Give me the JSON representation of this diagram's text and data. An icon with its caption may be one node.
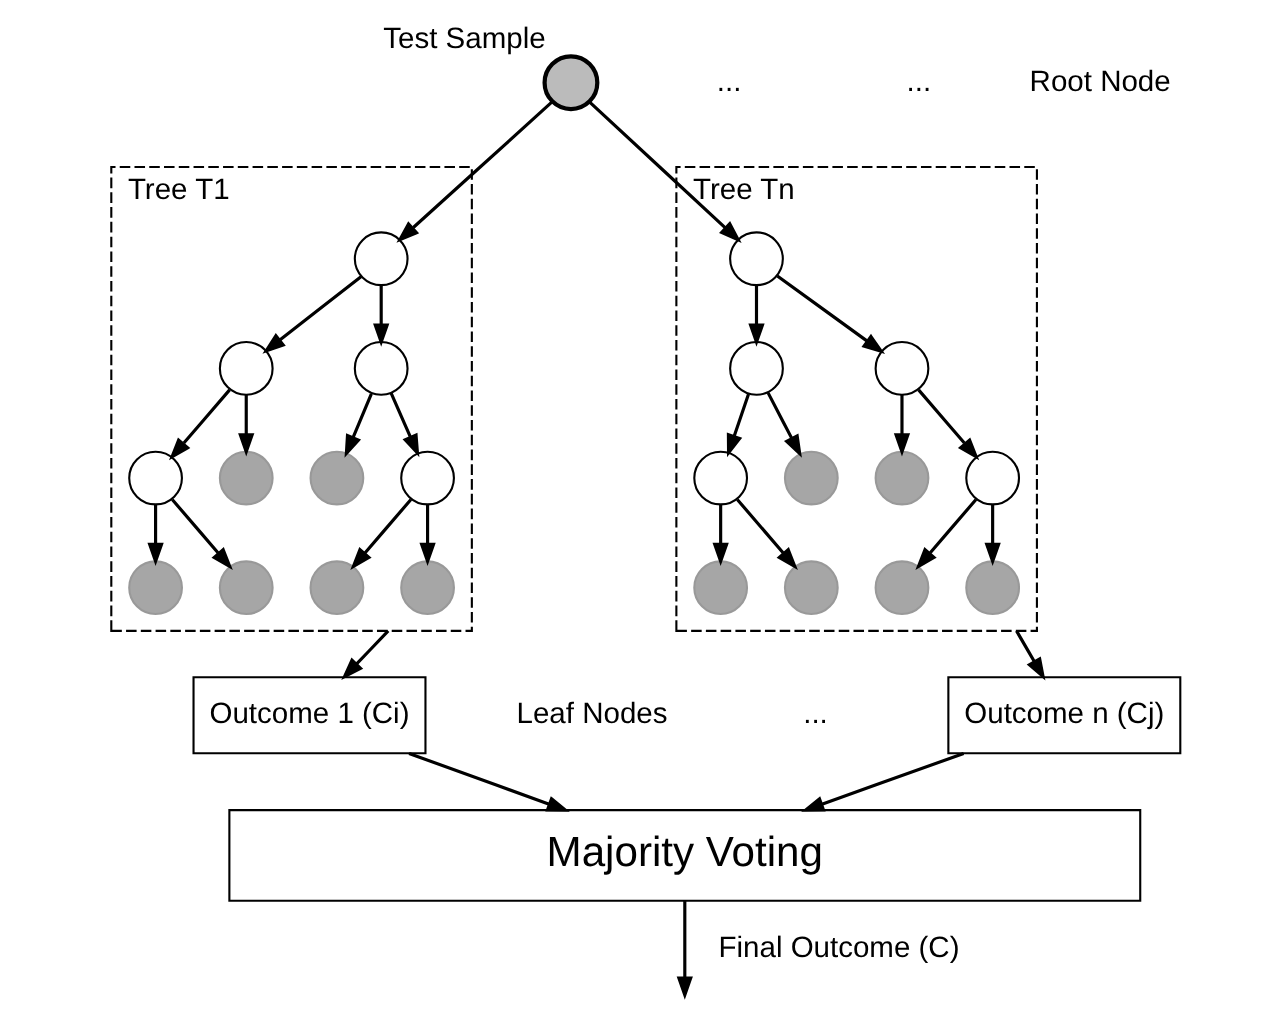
{
  "diagram": {
    "nodes": [
      {
        "text": [],
        "shape": "circle",
        "beside": [
          "Test Sample"
        ]
      },
      {
        "text": [
          "Tree T1"
        ]
      },
      {
        "text": [],
        "shape": "circle",
        "in": 1
      },
      {
        "text": [],
        "shape": "circle",
        "in": 1
      },
      {
        "text": [],
        "shape": "circle",
        "in": 1
      },
      {
        "text": [],
        "shape": "circle",
        "in": 1
      },
      {
        "text": [],
        "shape": "circle",
        "in": 1
      },
      {
        "text": [],
        "shape": "circle",
        "in": 1
      },
      {
        "text": [],
        "shape": "circle",
        "in": 1
      },
      {
        "text": [],
        "shape": "circle",
        "in": 1
      },
      {
        "text": [],
        "shape": "circle",
        "in": 1
      },
      {
        "text": [],
        "shape": "circle",
        "in": 1
      },
      {
        "text": [],
        "shape": "circle",
        "in": 1
      },
      {
        "text": [
          "Tree Tn"
        ]
      },
      {
        "text": [],
        "shape": "circle",
        "in": 13
      },
      {
        "text": [],
        "shape": "circle",
        "in": 13
      },
      {
        "text": [],
        "shape": "circle",
        "in": 13
      },
      {
        "text": [],
        "shape": "circle",
        "in": 13
      },
      {
        "text": [],
        "shape": "circle",
        "in": 13
      },
      {
        "text": [],
        "shape": "circle",
        "in": 13
      },
      {
        "text": [],
        "shape": "circle",
        "in": 13
      },
      {
        "text": [],
        "shape": "circle",
        "in": 13
      },
      {
        "text": [],
        "shape": "circle",
        "in": 13
      },
      {
        "text": [],
        "shape": "circle",
        "in": 13
      },
      {
        "text": [],
        "shape": "circle",
        "in": 13
      },
      {
        "text": [
          "Outcome 1 (Ci)"
        ]
      },
      {
        "text": [
          "Outcome n (Cj)"
        ]
      },
      {
        "text": [
          "Majority Voting"
        ]
      }
    ],
    "edges": [
      {
        "from": 0,
        "to": 2,
        "arrow": "to"
      },
      {
        "from": 0,
        "to": 14,
        "arrow": "to"
      },
      {
        "from": 2,
        "to": 3,
        "arrow": "to"
      },
      {
        "from": 2,
        "to": 4,
        "arrow": "to"
      },
      {
        "from": 3,
        "to": 5,
        "arrow": "to"
      },
      {
        "from": 3,
        "to": 6,
        "arrow": "to"
      },
      {
        "from": 4,
        "to": 7,
        "arrow": "to"
      },
      {
        "from": 4,
        "to": 8,
        "arrow": "to"
      },
      {
        "from": 5,
        "to": 9,
        "arrow": "to"
      },
      {
        "from": 5,
        "to": 10,
        "arrow": "to"
      },
      {
        "from": 8,
        "to": 11,
        "arrow": "to"
      },
      {
        "from": 8,
        "to": 12,
        "arrow": "to"
      },
      {
        "from": 14,
        "to": 15,
        "arrow": "to"
      },
      {
        "from": 14,
        "to": 16,
        "arrow": "to"
      },
      {
        "from": 15,
        "to": 17,
        "arrow": "to"
      },
      {
        "from": 15,
        "to": 18,
        "arrow": "to"
      },
      {
        "from": 16,
        "to": 19,
        "arrow": "to"
      },
      {
        "from": 16,
        "to": 20,
        "arrow": "to"
      },
      {
        "from": 17,
        "to": 21,
        "arrow": "to"
      },
      {
        "from": 17,
        "to": 22,
        "arrow": "to"
      },
      {
        "from": 20,
        "to": 23,
        "arrow": "to"
      },
      {
        "from": 20,
        "to": 24,
        "arrow": "to"
      },
      {
        "from": 1,
        "to": 25,
        "arrow": "to"
      },
      {
        "from": 13,
        "to": 26,
        "arrow": "to"
      },
      {
        "from": 25,
        "to": 27,
        "arrow": "to"
      },
      {
        "from": 26,
        "to": 27,
        "arrow": "to"
      },
      {
        "from": 27,
        "to": null,
        "arrow": "to",
        "label": "Final Outcome (C)"
      }
    ],
    "labels": [
      "Root Node",
      "...",
      "...",
      "Leaf Nodes",
      "..."
    ]
  }
}
